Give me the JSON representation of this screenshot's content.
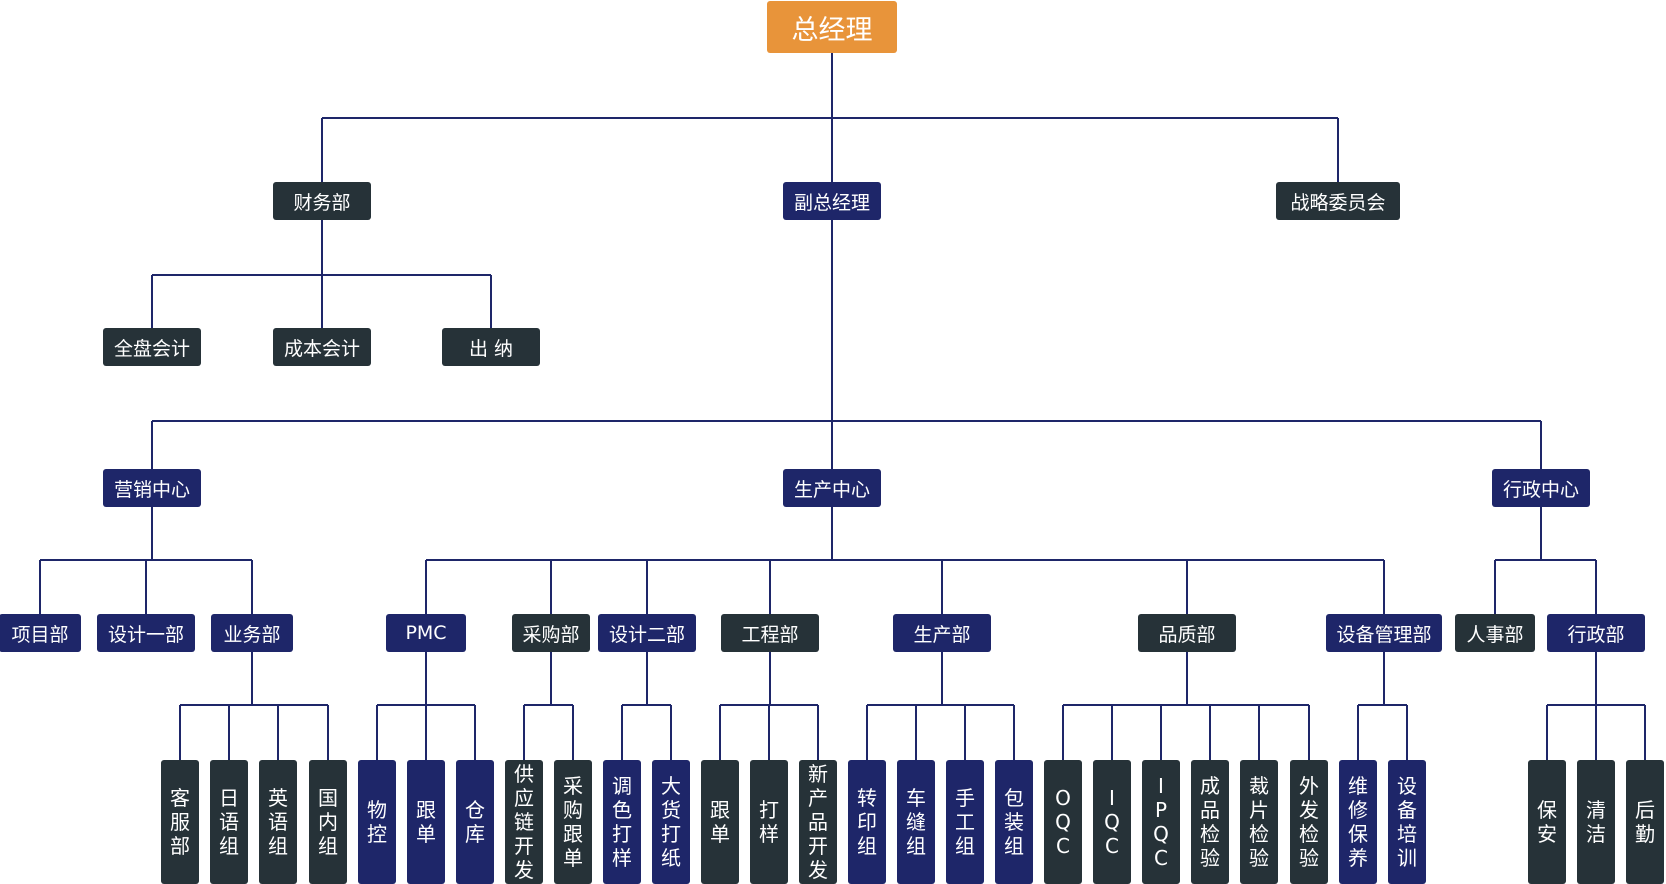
{
  "colors": {
    "dark": "#263238",
    "navy": "#1e2669",
    "root": "#e8943a",
    "line": "#1e2669"
  },
  "root": {
    "label": "总经理"
  },
  "level1": [
    {
      "label": "财务部",
      "color": "dark"
    },
    {
      "label": "副总经理",
      "color": "navy"
    },
    {
      "label": "战略委员会",
      "color": "dark"
    }
  ],
  "finance": [
    {
      "label": "全盘会计",
      "color": "dark"
    },
    {
      "label": "成本会计",
      "color": "dark"
    },
    {
      "label": "出 纳",
      "color": "dark"
    }
  ],
  "centers": [
    {
      "label": "营销中心",
      "color": "navy"
    },
    {
      "label": "生产中心",
      "color": "navy"
    },
    {
      "label": "行政中心",
      "color": "navy"
    }
  ],
  "depts": [
    {
      "label": "项目部",
      "color": "navy"
    },
    {
      "label": "设计一部",
      "color": "navy"
    },
    {
      "label": "业务部",
      "color": "navy"
    },
    {
      "label": "PMC",
      "color": "navy"
    },
    {
      "label": "采购部",
      "color": "dark"
    },
    {
      "label": "设计二部",
      "color": "navy"
    },
    {
      "label": "工程部",
      "color": "dark"
    },
    {
      "label": "生产部",
      "color": "navy"
    },
    {
      "label": "品质部",
      "color": "dark"
    },
    {
      "label": "设备管理部",
      "color": "navy"
    },
    {
      "label": "人事部",
      "color": "dark"
    },
    {
      "label": "行政部",
      "color": "navy"
    }
  ],
  "leaves": [
    {
      "label": "客服部",
      "color": "dark"
    },
    {
      "label": "日语组",
      "color": "dark"
    },
    {
      "label": "英语组",
      "color": "dark"
    },
    {
      "label": "国内组",
      "color": "dark"
    },
    {
      "label": "物控",
      "color": "navy"
    },
    {
      "label": "跟单",
      "color": "navy"
    },
    {
      "label": "仓库",
      "color": "navy"
    },
    {
      "label": "供应链开发",
      "color": "dark"
    },
    {
      "label": "采购跟单",
      "color": "dark"
    },
    {
      "label": "调色打样",
      "color": "navy"
    },
    {
      "label": "大货打纸",
      "color": "navy"
    },
    {
      "label": "跟单",
      "color": "dark"
    },
    {
      "label": "打样",
      "color": "dark"
    },
    {
      "label": "新产品开发",
      "color": "dark"
    },
    {
      "label": "转印组",
      "color": "navy"
    },
    {
      "label": "车缝组",
      "color": "navy"
    },
    {
      "label": "手工组",
      "color": "navy"
    },
    {
      "label": "包装组",
      "color": "navy"
    },
    {
      "label": "OQC",
      "color": "dark"
    },
    {
      "label": "IQC",
      "color": "dark"
    },
    {
      "label": "IPQC",
      "color": "dark"
    },
    {
      "label": "成品检验",
      "color": "dark"
    },
    {
      "label": "裁片检验",
      "color": "dark"
    },
    {
      "label": "外发检验",
      "color": "dark"
    },
    {
      "label": "维修保养",
      "color": "navy"
    },
    {
      "label": "设备培训",
      "color": "navy"
    },
    {
      "label": "保安",
      "color": "dark"
    },
    {
      "label": "清洁",
      "color": "dark"
    },
    {
      "label": "后勤",
      "color": "dark"
    }
  ]
}
